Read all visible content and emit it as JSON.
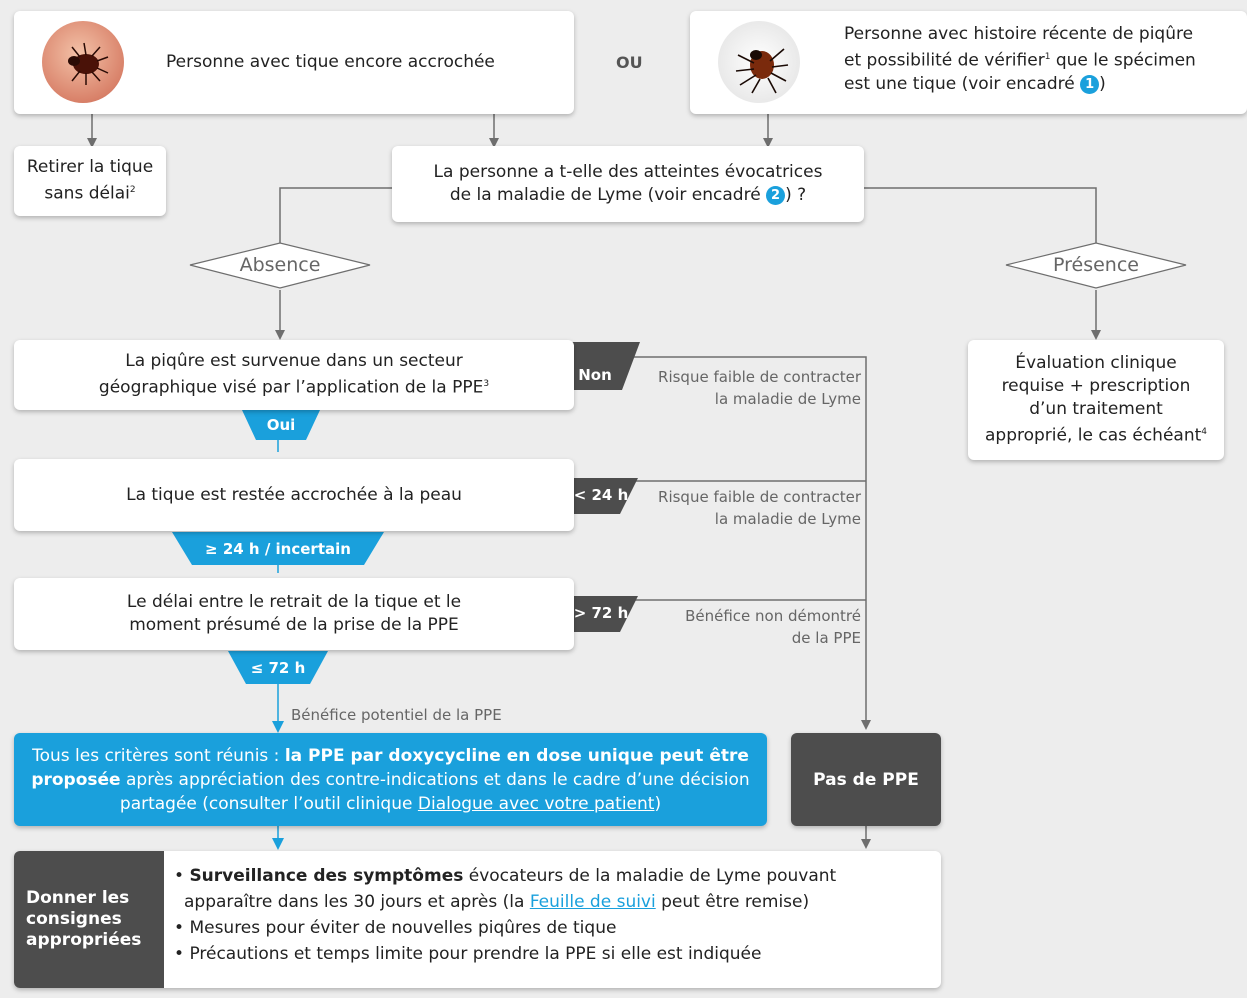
{
  "top_left": {
    "text": "Personne avec tique encore accrochée"
  },
  "or_label": "OU",
  "top_right": {
    "line1": "Personne avec histoire récente de piqûre",
    "line2a": "et possibilité de vérifier",
    "sup1": "1",
    "line2b": " que le spécimen",
    "line3a": "est une tique (voir encadré ",
    "badge": "1",
    "line3b": ")"
  },
  "remove": {
    "line1": "Retirer la tique",
    "line2": "sans délai",
    "sup": "2"
  },
  "question": {
    "line1": "La personne a t-elle des atteintes évocatrices",
    "line2a": "de la maladie de Lyme (voir encadré ",
    "badge": "2",
    "line2b": ") ?"
  },
  "absence": "Absence",
  "presence": "Présence",
  "evaluation": {
    "line1": "Évaluation clinique",
    "line2": "requise + prescription",
    "line3": "d’un traitement",
    "line4": "approprié, le cas échéant",
    "sup": "4"
  },
  "q1": {
    "line1": "La piqûre est survenue dans un secteur",
    "line2": "géographique visé par l’application de la PPE",
    "sup": "3"
  },
  "q1_yes": "Oui",
  "q1_no": "Non",
  "q1_note": {
    "line1": "Risque faible de contracter",
    "line2": "la maladie de Lyme"
  },
  "q2": {
    "text": "La tique est restée accrochée à la peau"
  },
  "q2_yes": "≥ 24 h / incertain",
  "q2_no": "< 24 h",
  "q2_note": {
    "line1": "Risque faible de contracter",
    "line2": "la maladie de Lyme"
  },
  "q3": {
    "line1": "Le délai entre le retrait de la tique et le",
    "line2": "moment présumé de la prise de la PPE"
  },
  "q3_yes": "≤ 72 h",
  "q3_no": "> 72 h",
  "q3_note": {
    "line1": "Bénéfice non démontré",
    "line2": "de la PPE"
  },
  "benefit_note": "Bénéfice potentiel de la PPE",
  "result": {
    "a": "Tous les critères sont réunis : ",
    "b": "la PPE par doxycycline en dose unique peut être proposée",
    "c": " après appréciation des contre-indications et dans le cadre d’une décision partagée (consulter l’outil clinique ",
    "link": "Dialogue avec votre patient",
    "d": ")"
  },
  "no_ppe": "Pas de PPE",
  "consignes": {
    "title": "Donner les consignes appropriées",
    "b1_bold": "Surveillance des symptômes",
    "b1_a": " évocateurs de la maladie de Lyme pouvant",
    "b1_b": "apparaître dans les 30 jours et après (la ",
    "b1_link": "Feuille de suivi",
    "b1_c": " peut être remise)",
    "b2": "Mesures pour éviter de nouvelles piqûres de tique",
    "b3": "Précautions et temps limite pour prendre la PPE si elle est indiquée"
  },
  "colors": {
    "accent": "#1aa0dc",
    "dark": "#4d4d4d",
    "line": "#6e6e6e",
    "background": "#ededed"
  }
}
